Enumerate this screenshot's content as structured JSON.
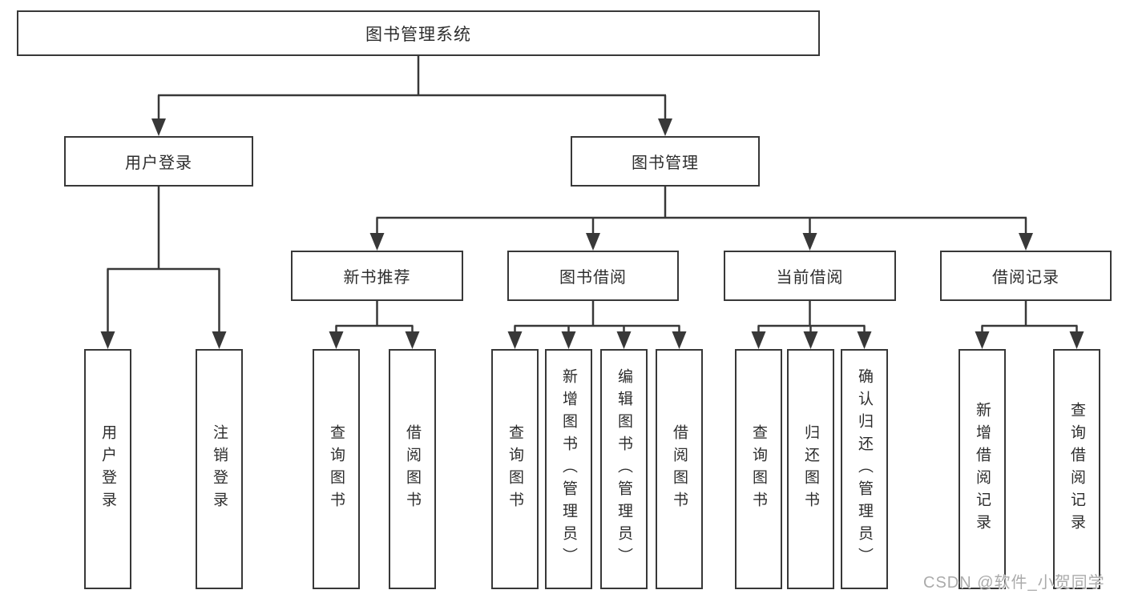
{
  "colors": {
    "line": "#383838",
    "text": "#2d2d2d",
    "box-bg": "#ffffff",
    "page-bg": "#ffffff",
    "wm": "#ababab"
  },
  "tree": {
    "root": {
      "label": "图书管理系统"
    },
    "branches": [
      {
        "label": "用户登录",
        "children": [
          {
            "label": "用户登录"
          },
          {
            "label": "注销登录"
          }
        ]
      },
      {
        "label": "图书管理",
        "children": [
          {
            "label": "新书推荐",
            "children": [
              {
                "label": "查询图书"
              },
              {
                "label": "借阅图书"
              }
            ]
          },
          {
            "label": "图书借阅",
            "children": [
              {
                "label": "查询图书"
              },
              {
                "label": "新增图书（管理员）"
              },
              {
                "label": "编辑图书（管理员）"
              },
              {
                "label": "借阅图书"
              }
            ]
          },
          {
            "label": "当前借阅",
            "children": [
              {
                "label": "查询图书"
              },
              {
                "label": "归还图书"
              },
              {
                "label": "确认归还（管理员）"
              }
            ]
          },
          {
            "label": "借阅记录",
            "children": [
              {
                "label": "新增借阅记录"
              },
              {
                "label": "查询借阅记录"
              }
            ]
          }
        ]
      }
    ]
  },
  "watermark": {
    "text": "CSDN @软件_小贺同学"
  }
}
